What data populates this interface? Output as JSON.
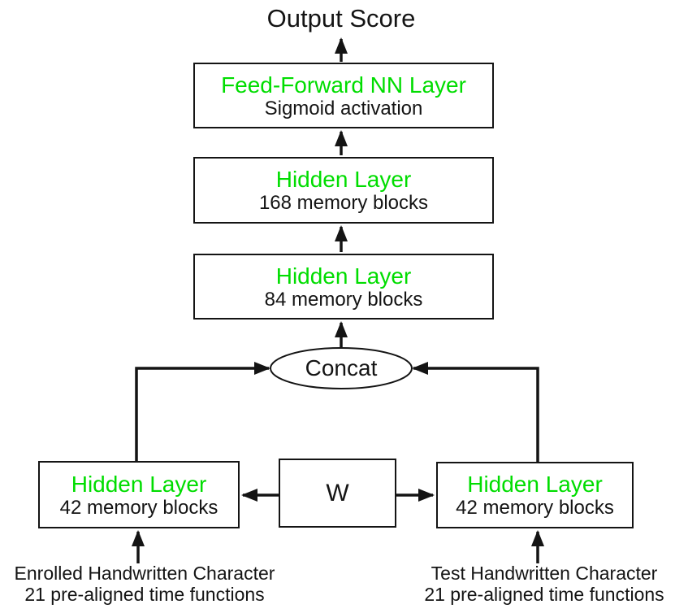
{
  "diagram": {
    "output_label": "Output Score",
    "nodes": {
      "feed_forward": {
        "title": "Feed-Forward NN Layer",
        "subtitle": "Sigmoid activation"
      },
      "hidden_top": {
        "title": "Hidden Layer",
        "subtitle": "168 memory blocks"
      },
      "hidden_mid": {
        "title": "Hidden Layer",
        "subtitle": "84 memory blocks"
      },
      "concat": {
        "label": "Concat"
      },
      "hidden_left": {
        "title": "Hidden Layer",
        "subtitle": "42 memory blocks"
      },
      "weights": {
        "label": "W"
      },
      "hidden_right": {
        "title": "Hidden Layer",
        "subtitle": "42 memory blocks"
      }
    },
    "inputs": {
      "left": {
        "line1": "Enrolled Handwritten Character",
        "line2": "21 pre-aligned time functions"
      },
      "right": {
        "line1": "Test Handwritten Character",
        "line2": "21 pre-aligned time functions"
      }
    },
    "colors": {
      "layer_title_green": "#00dd00",
      "text_black": "#141414",
      "line_black": "#141414"
    }
  }
}
